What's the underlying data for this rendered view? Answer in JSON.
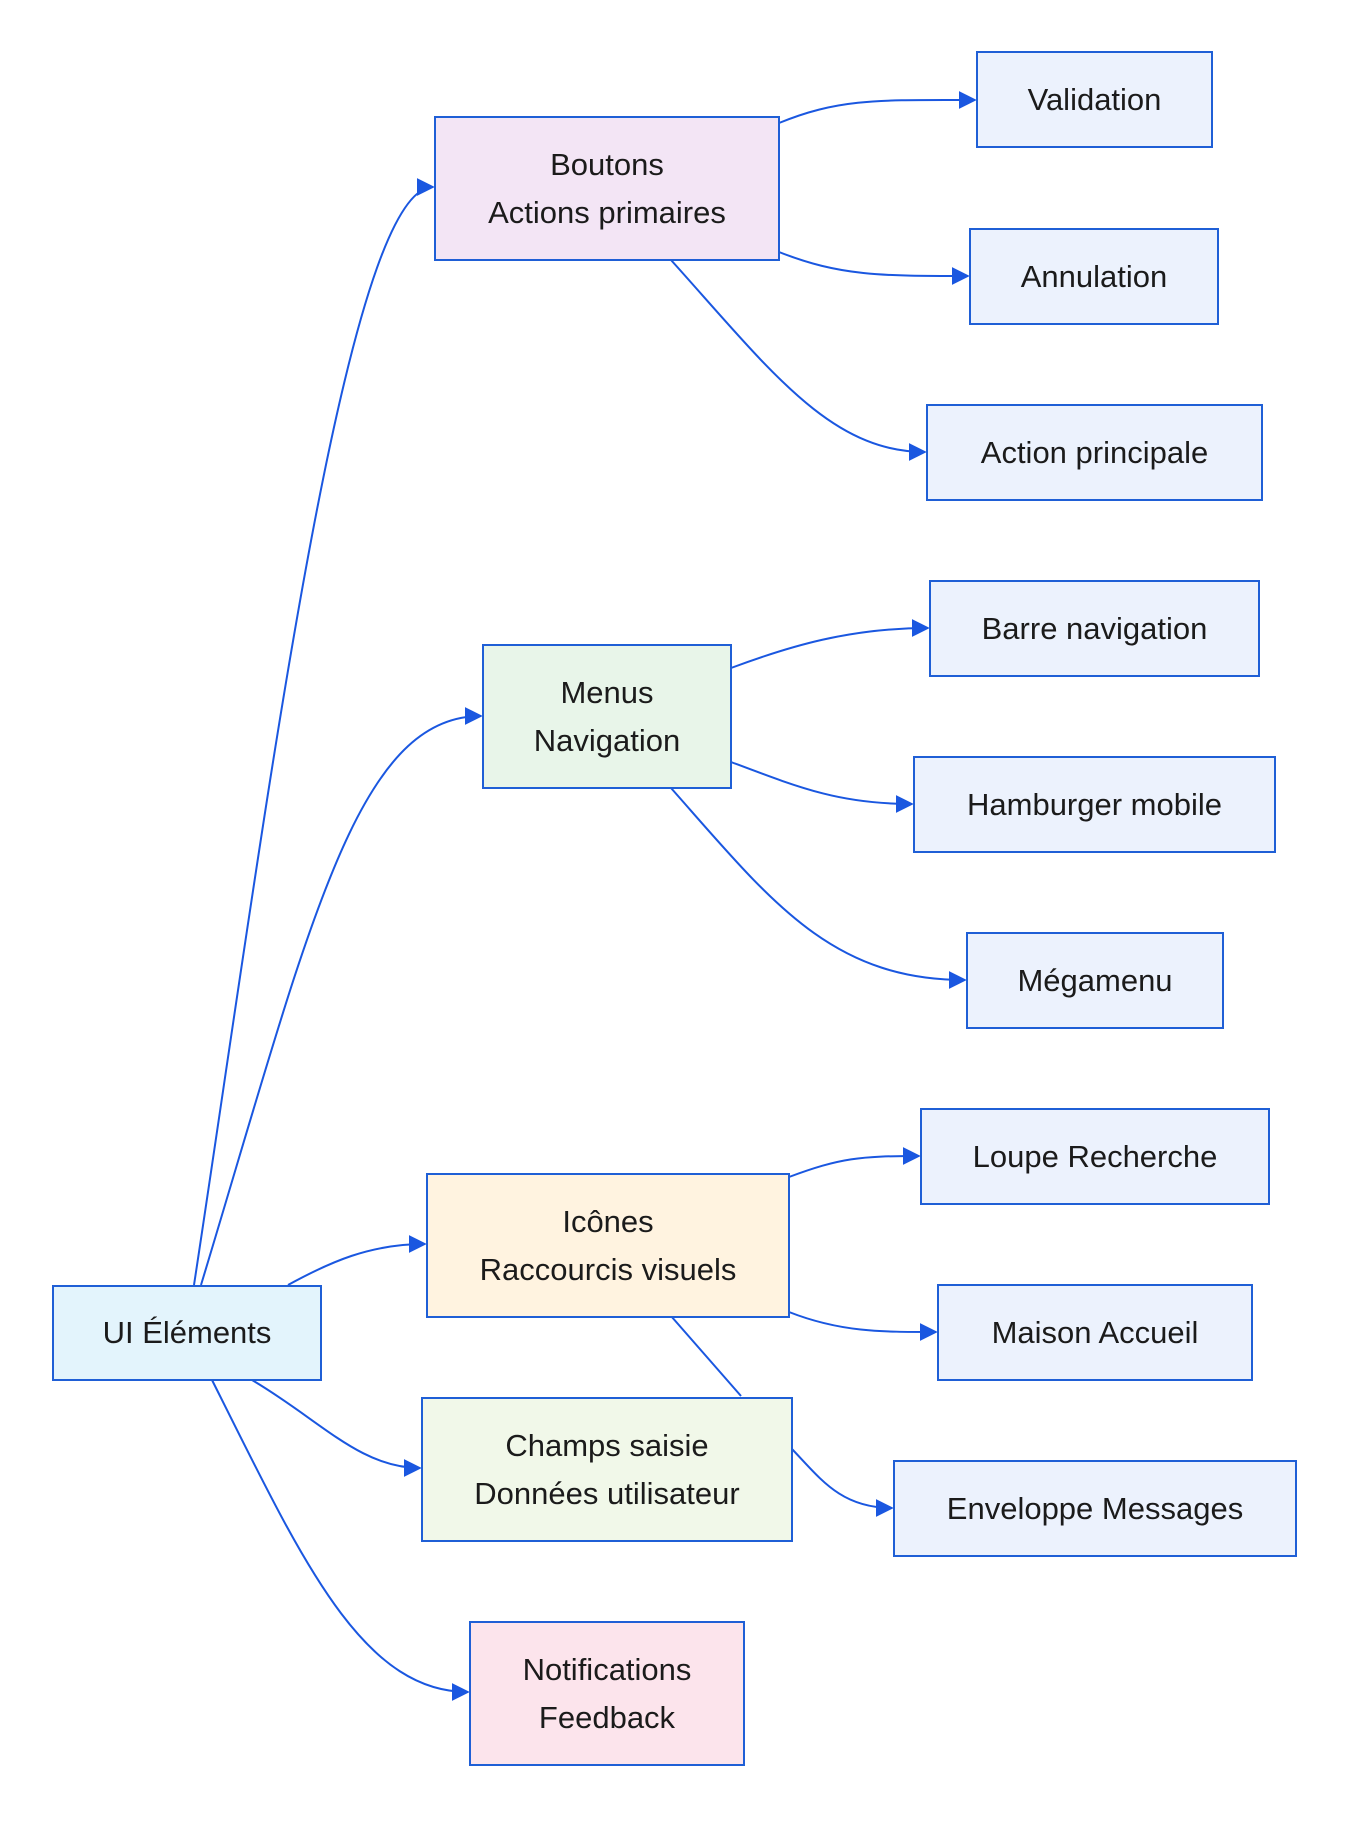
{
  "colors": {
    "edge": "#1a57e0",
    "node_border": "#1f5fd6",
    "root_fill": "#e3f4fc",
    "boutons_fill": "#f3e5f5",
    "menus_fill": "#e8f5e9",
    "icones_fill": "#fff3e0",
    "champs_fill": "#f1f8e9",
    "notifications_fill": "#fce4ec",
    "leaf_fill": "#ecf2fd"
  },
  "root": {
    "label": "UI Éléments"
  },
  "branches": {
    "boutons": {
      "line1": "Boutons",
      "line2": "Actions primaires"
    },
    "menus": {
      "line1": "Menus",
      "line2": "Navigation"
    },
    "icones": {
      "line1": "Icônes",
      "line2": "Raccourcis visuels"
    },
    "champs": {
      "line1": "Champs saisie",
      "line2": "Données utilisateur"
    },
    "notifications": {
      "line1": "Notifications",
      "line2": "Feedback"
    }
  },
  "leaves": {
    "validation": "Validation",
    "annulation": "Annulation",
    "action_principale": "Action principale",
    "barre_navigation": "Barre navigation",
    "hamburger_mobile": "Hamburger mobile",
    "megamenu": "Mégamenu",
    "loupe_recherche": "Loupe Recherche",
    "maison_accueil": "Maison Accueil",
    "enveloppe_messages": "Enveloppe Messages"
  }
}
